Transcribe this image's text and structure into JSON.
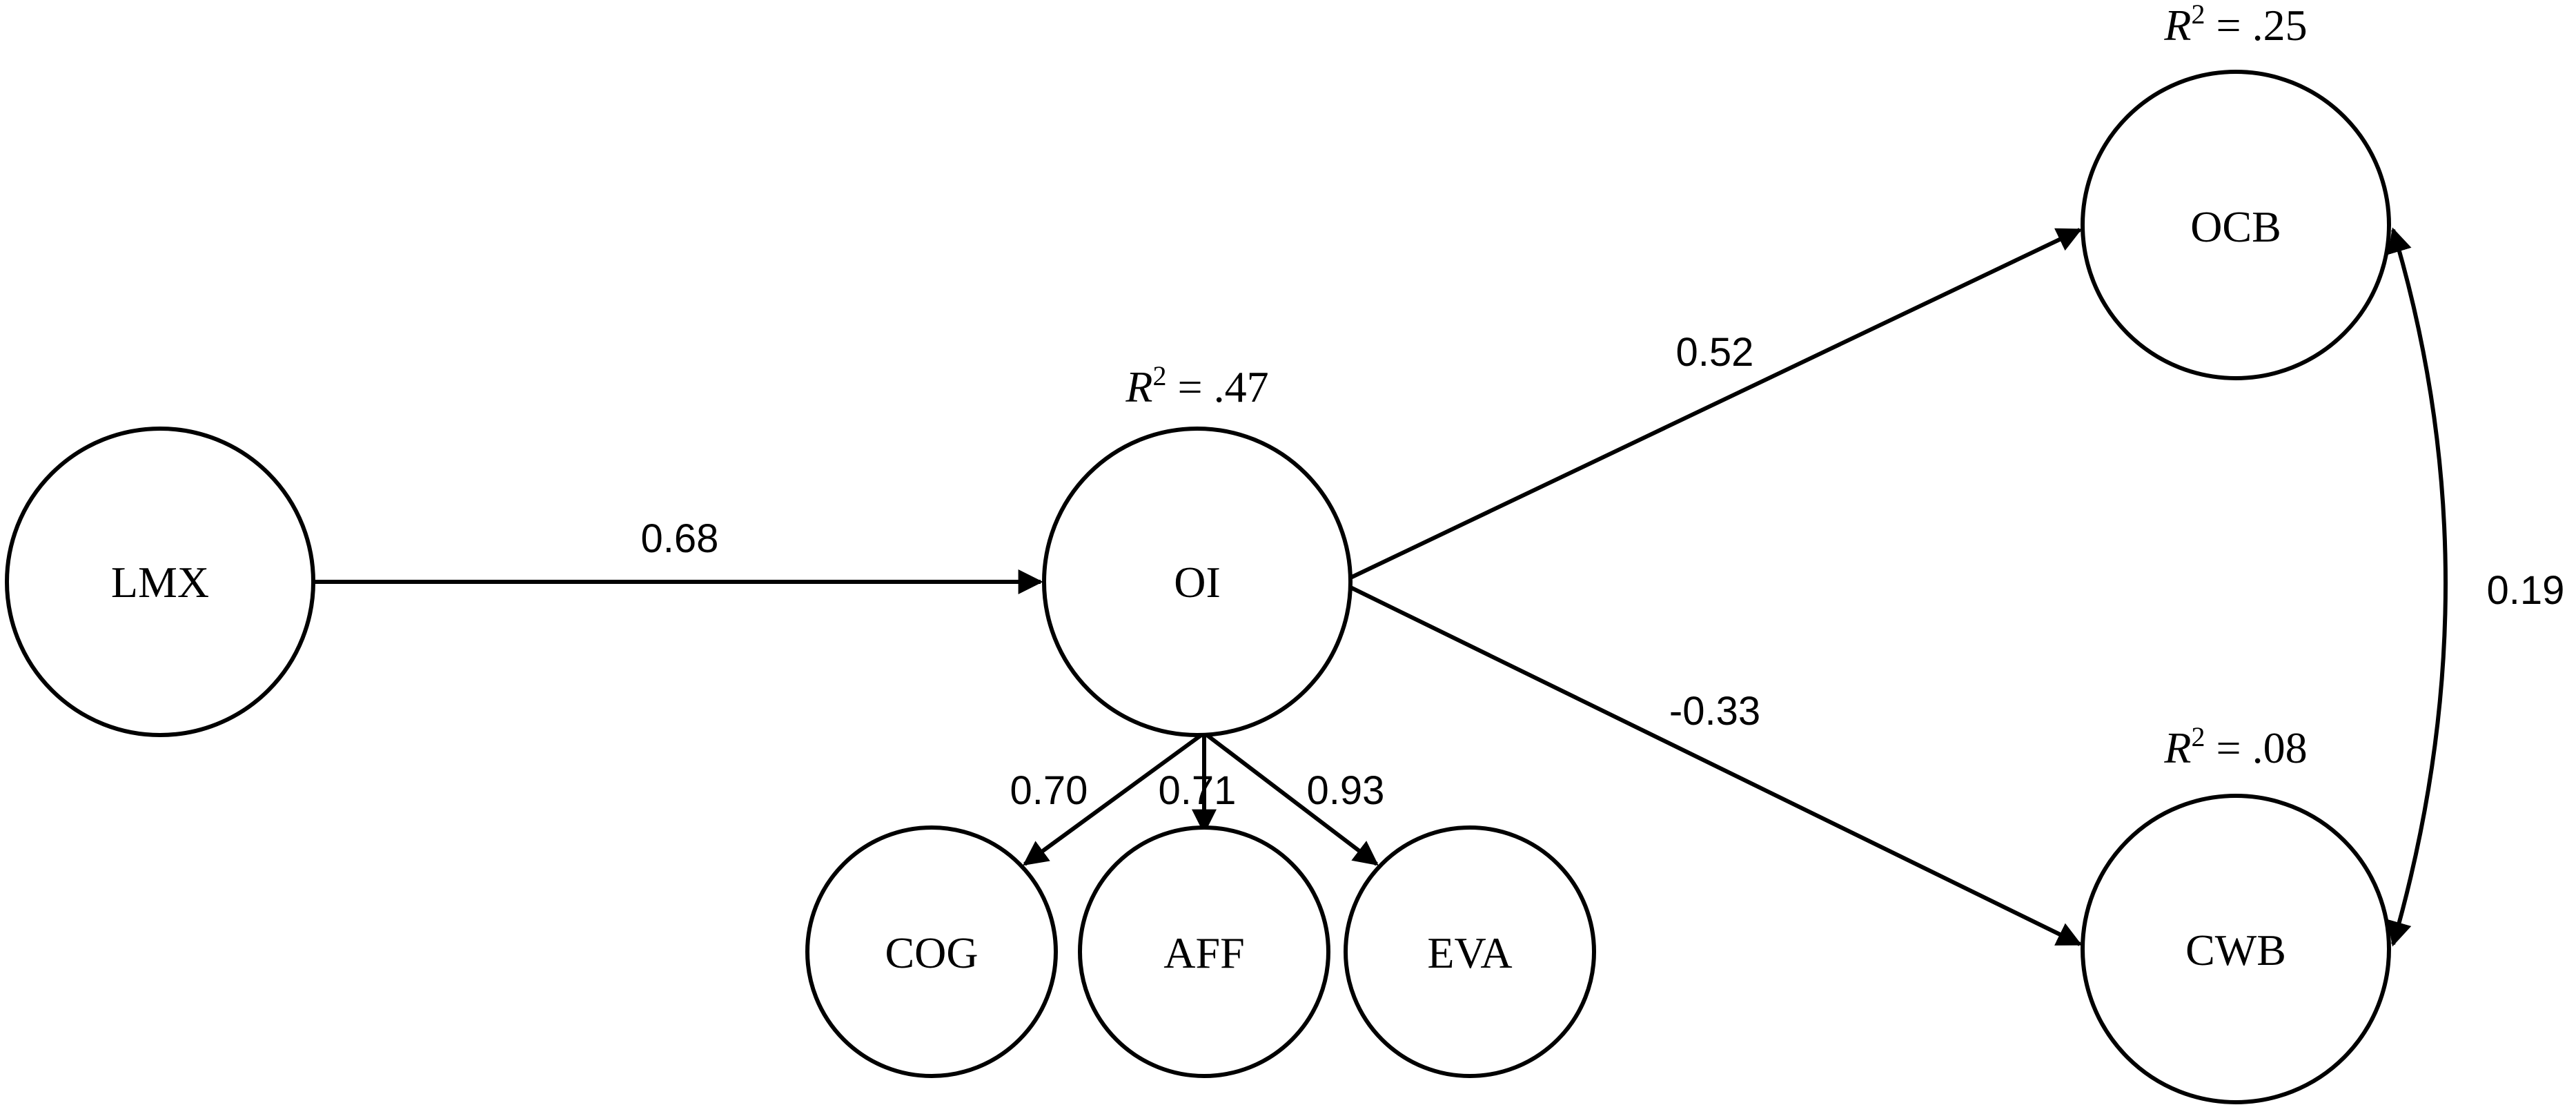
{
  "nodes": {
    "lmx": "LMX",
    "oi": "OI",
    "ocb": "OCB",
    "cwb": "CWB",
    "cog": "COG",
    "aff": "AFF",
    "eva": "EVA"
  },
  "r_squared": {
    "r": "R",
    "sup": "2",
    "oi": " = .47",
    "ocb": " = .25",
    "cwb": " = .08"
  },
  "paths": {
    "lmx_oi": "0.68",
    "oi_ocb": "0.52",
    "oi_cwb": "-0.33",
    "ocb_cwb": "0.19",
    "oi_cog": "0.70",
    "oi_aff": "0.71",
    "oi_eva": "0.93"
  }
}
